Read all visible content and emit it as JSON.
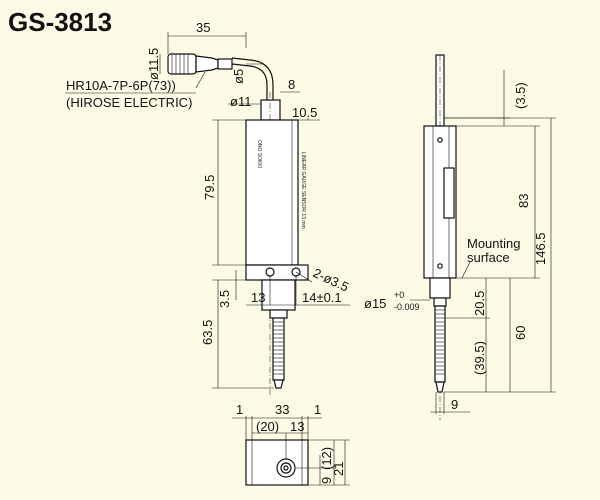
{
  "title": "GS-3813",
  "connector": {
    "model": "HR10A-7P-6P(73))",
    "maker": "(HIROSE ELECTRIC)"
  },
  "body_labels": {
    "brand": "ONO SOKKI",
    "product": "LINEAR GAUGE SENSOR 13 mm"
  },
  "labels": {
    "mounting_line1": "Mounting",
    "mounting_line2": "surface"
  },
  "dimensions": {
    "connector_length": "35",
    "connector_dia": "ø11.5",
    "cable_dia": "ø5",
    "bush_offset": "8",
    "bush_dia": "ø11",
    "body_offset": "10.5",
    "body_length": "79.5",
    "hole_dia": "2-ø3.5",
    "flange_height": "3.5",
    "hole_left": "13",
    "hole_spacing": "14±0.1",
    "stem_length": "63.5",
    "top_gap": "(3.5)",
    "upper_length": "83",
    "total_length": "146.5",
    "stem_dia": "ø15",
    "stem_tol_upper": "+0",
    "stem_tol_lower": "-0.009",
    "stem_from_mount": "20.5",
    "spindle_length": "60",
    "spindle_partial": "(39.5)",
    "tip_width": "9",
    "bottom_side_left": "1",
    "bottom_width": "33",
    "bottom_side_right": "1",
    "bottom_inner": "(20)",
    "bottom_offset": "13",
    "depth_left": "9",
    "depth_inner": "(12)",
    "depth_total": "21"
  },
  "colors": {
    "background": "#fdfbe6",
    "line": "#111111",
    "part_fill": "#ffffff"
  }
}
